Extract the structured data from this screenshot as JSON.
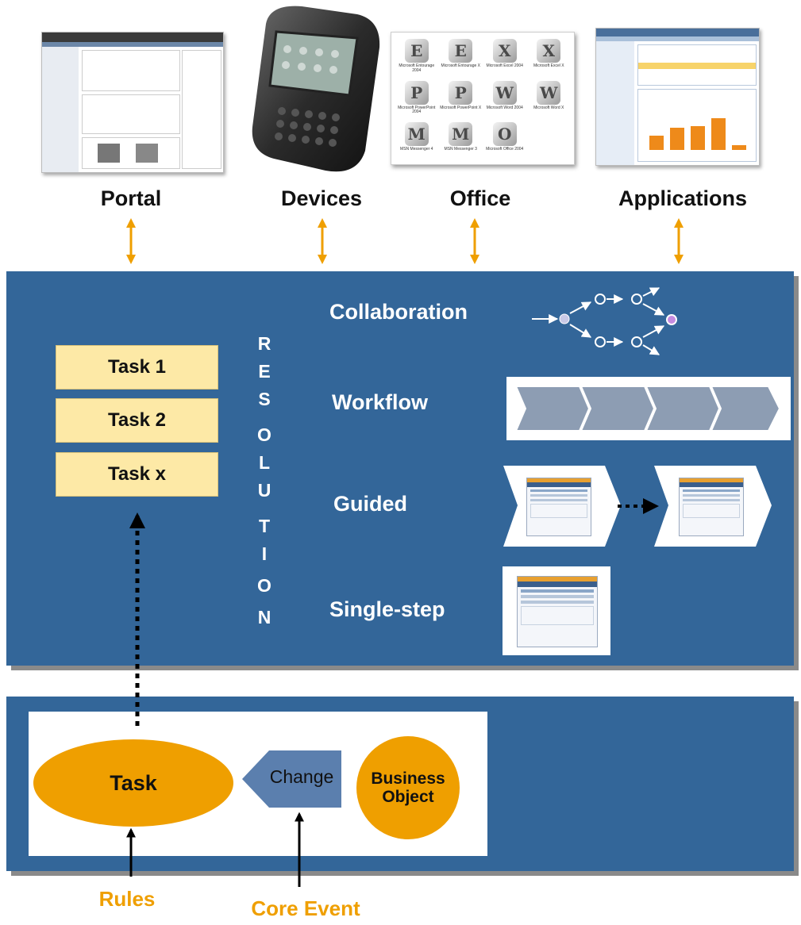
{
  "top_labels": {
    "portal": "Portal",
    "devices": "Devices",
    "office": "Office",
    "applications": "Applications"
  },
  "office_icons": [
    "Microsoft Entourage 2004",
    "Microsoft Entourage X",
    "Microsoft Excel 2004",
    "Microsoft Excel X",
    "Microsoft PowerPoint 2004",
    "Microsoft PowerPoint X",
    "Microsoft Word 2004",
    "Microsoft Word X",
    "MSN Messenger 4",
    "MSN Messenger 3",
    "Microsoft Office 2004",
    ""
  ],
  "tasks": [
    "Task 1",
    "Task 2",
    "Task x"
  ],
  "resolution_letters": [
    "R",
    "E",
    "S",
    "O",
    "L",
    "U",
    "T",
    "I",
    "O",
    "N"
  ],
  "modes": {
    "collaboration": "Collaboration",
    "workflow": "Workflow",
    "guided": "Guided",
    "single_step": "Single-step"
  },
  "bottom_panel": {
    "task": "Task",
    "change": "Change",
    "business_object_line1": "Business",
    "business_object_line2": "Object"
  },
  "bottom_labels": {
    "rules": "Rules",
    "core_event": "Core Event"
  },
  "colors": {
    "panel_blue": "#336699",
    "accent_orange": "#ef9f00",
    "task_fill": "#fde9a6",
    "chevron_gray": "#8d9db3"
  }
}
